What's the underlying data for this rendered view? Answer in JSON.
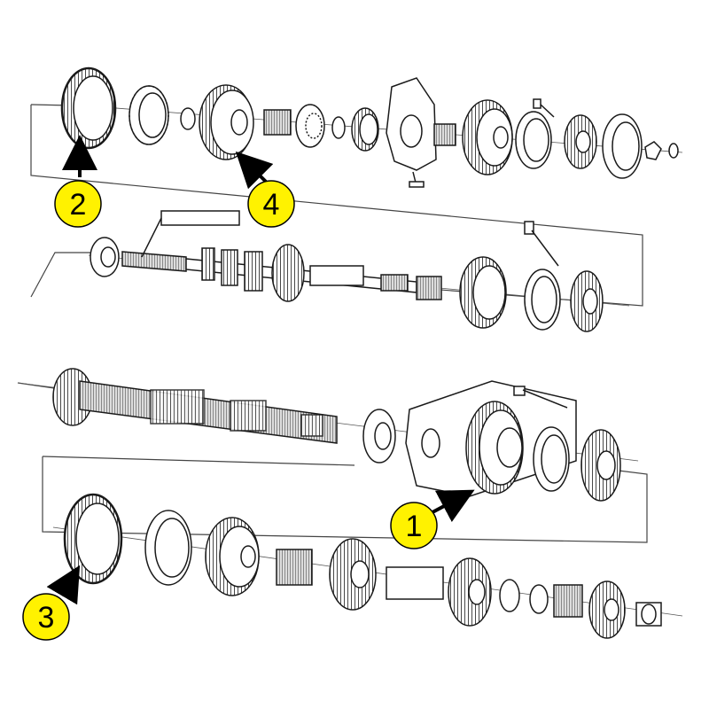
{
  "colors": {
    "callout_fill": "#fff200",
    "ink": "#1a1a1a",
    "paper": "#ffffff"
  },
  "callouts": [
    {
      "id": "c1",
      "label": "1"
    },
    {
      "id": "c2",
      "label": "2"
    },
    {
      "id": "c3",
      "label": "3"
    },
    {
      "id": "c4",
      "label": "4"
    }
  ]
}
